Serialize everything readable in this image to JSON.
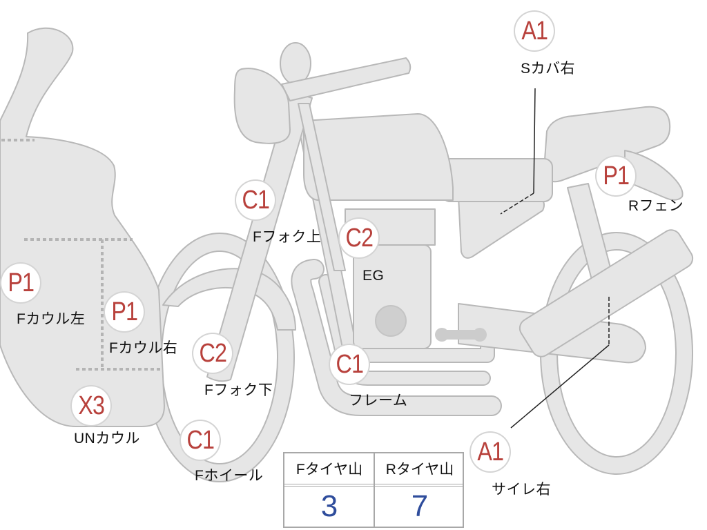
{
  "callouts": [
    {
      "code": "A1",
      "label": "Sカバ右"
    },
    {
      "code": "P1",
      "label": "Rフェン"
    },
    {
      "code": "C1",
      "label": "Fフォク上"
    },
    {
      "code": "C2",
      "label": "EG"
    },
    {
      "code": "P1",
      "label": "Fカウル左"
    },
    {
      "code": "P1",
      "label": "Fカウル右"
    },
    {
      "code": "C2",
      "label": "Fフォク下"
    },
    {
      "code": "C1",
      "label": "フレーム"
    },
    {
      "code": "X3",
      "label": "UNカウル"
    },
    {
      "code": "C1",
      "label": "Fホイール"
    },
    {
      "code": "A1",
      "label": "サイレ右"
    }
  ],
  "tire_table": {
    "headers": [
      "Fタイヤ山",
      "Rタイヤ山"
    ],
    "values": [
      "3",
      "7"
    ]
  },
  "colors": {
    "code_text": "#b8413c",
    "value_text": "#2f4d9c",
    "body_fill": "#e6e6e6",
    "body_stroke": "#b8b8b8"
  }
}
